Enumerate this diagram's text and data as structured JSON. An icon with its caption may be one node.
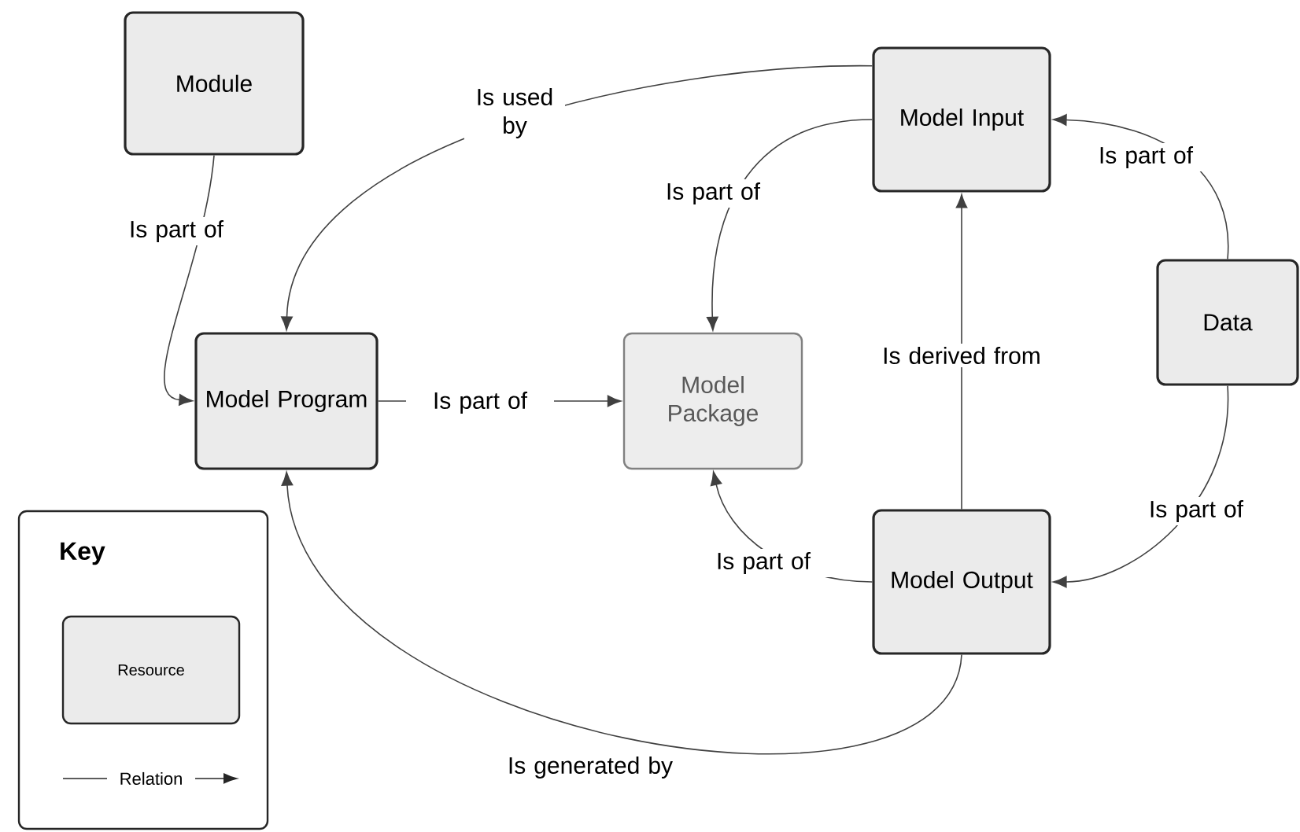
{
  "diagram": {
    "nodes": [
      {
        "text": [
          "Module"
        ]
      },
      {
        "text": [
          "Model Input"
        ]
      },
      {
        "text": [
          "Model Program"
        ]
      },
      {
        "text": [
          "Model Package"
        ]
      },
      {
        "text": [
          "Data"
        ]
      },
      {
        "text": [
          "Model Output"
        ]
      }
    ],
    "edges": [
      {
        "from": 0,
        "to": 2,
        "arrow": "to",
        "label": "Is part of"
      },
      {
        "from": 1,
        "to": 2,
        "arrow": "to",
        "label": "Is used by"
      },
      {
        "from": 2,
        "to": 3,
        "arrow": "to",
        "label": "Is part of"
      },
      {
        "from": 1,
        "to": 3,
        "arrow": "to",
        "label": "Is part of"
      },
      {
        "from": 4,
        "to": 1,
        "arrow": "to",
        "label": "Is part of"
      },
      {
        "from": 5,
        "to": 1,
        "arrow": "to",
        "label": "Is derived from"
      },
      {
        "from": 4,
        "to": 5,
        "arrow": "to",
        "label": "Is part of"
      },
      {
        "from": 5,
        "to": 3,
        "arrow": "to",
        "label": "Is part of"
      },
      {
        "from": 5,
        "to": 2,
        "arrow": "to",
        "label": "Is generated by"
      }
    ],
    "labels": [
      "Key"
    ],
    "legend": [
      {
        "text": "Resource"
      },
      {
        "text": "Relation"
      }
    ]
  }
}
